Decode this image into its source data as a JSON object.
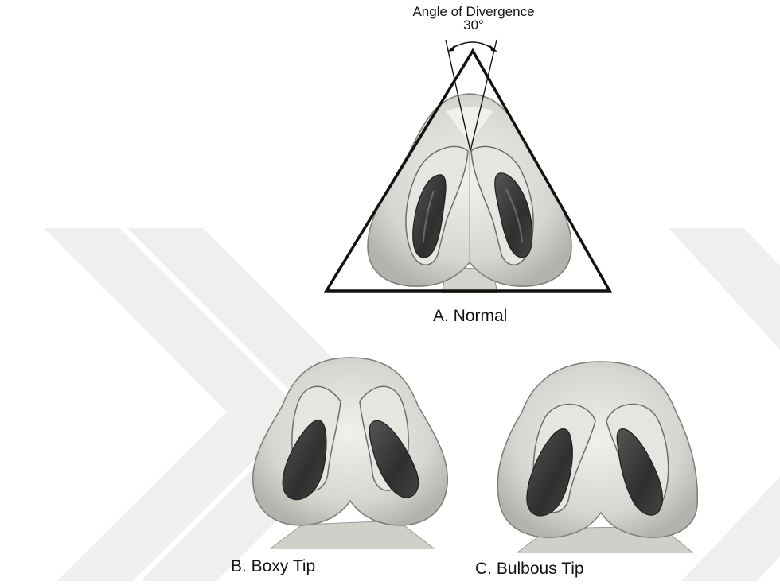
{
  "diagram": {
    "angle_title": "Angle of Divergence",
    "angle_value": "30°",
    "captions": {
      "normal": "A. Normal",
      "boxy": "B. Boxy Tip",
      "bulbous": "C. Bulbous Tip"
    },
    "colors": {
      "watermark": "#ececec",
      "skin": "#d9d9d3",
      "skin_light": "#ecece7",
      "skin_shadow": "#a8a8a2",
      "nostril": "#3a3a3a",
      "outline": "#111111"
    }
  }
}
